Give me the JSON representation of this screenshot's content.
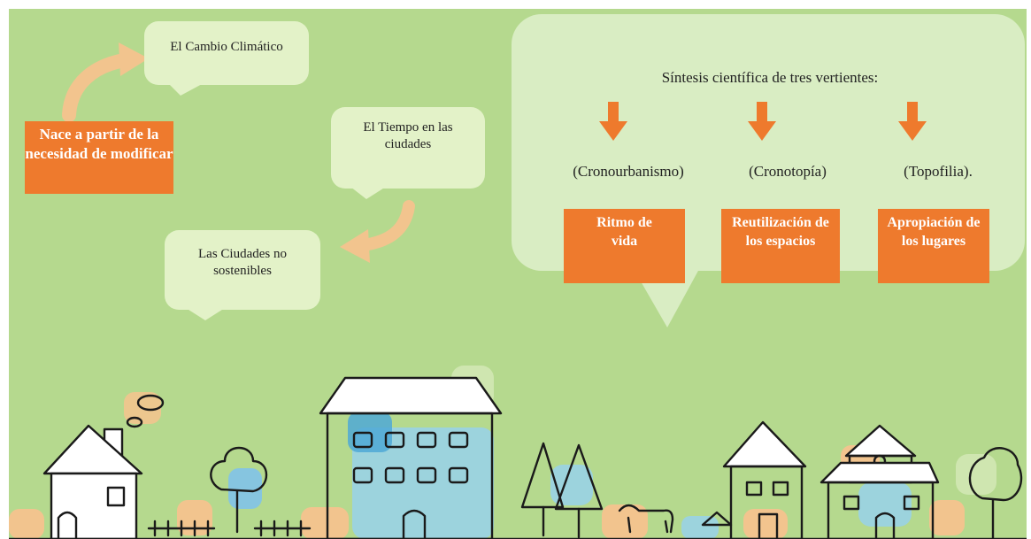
{
  "colors": {
    "background": "#b5d98e",
    "bubble": "#e3f2c8",
    "big_bubble": "#d9edc3",
    "accent_orange": "#ee7a2d",
    "arrow_peach": "#f2c48e",
    "window_blue": "#9cd3dd"
  },
  "left_flow": {
    "origin_box": "Nace a partir de la necesidad de modificar",
    "bubble_climate": "El Cambio Climático",
    "bubble_time": "El Tiempo en las ciudades",
    "bubble_cities": "Las Ciudades  no sostenibles"
  },
  "synthesis": {
    "heading": "Síntesis científica de tres vertientes:",
    "items": [
      {
        "term": "(Cronourbanismo)",
        "concept": "Ritmo de vida"
      },
      {
        "term": "(Cronotopía)",
        "concept": "Reutilización de los espacios"
      },
      {
        "term": "(Topofilia).",
        "concept": "Apropiación de los lugares"
      }
    ]
  }
}
